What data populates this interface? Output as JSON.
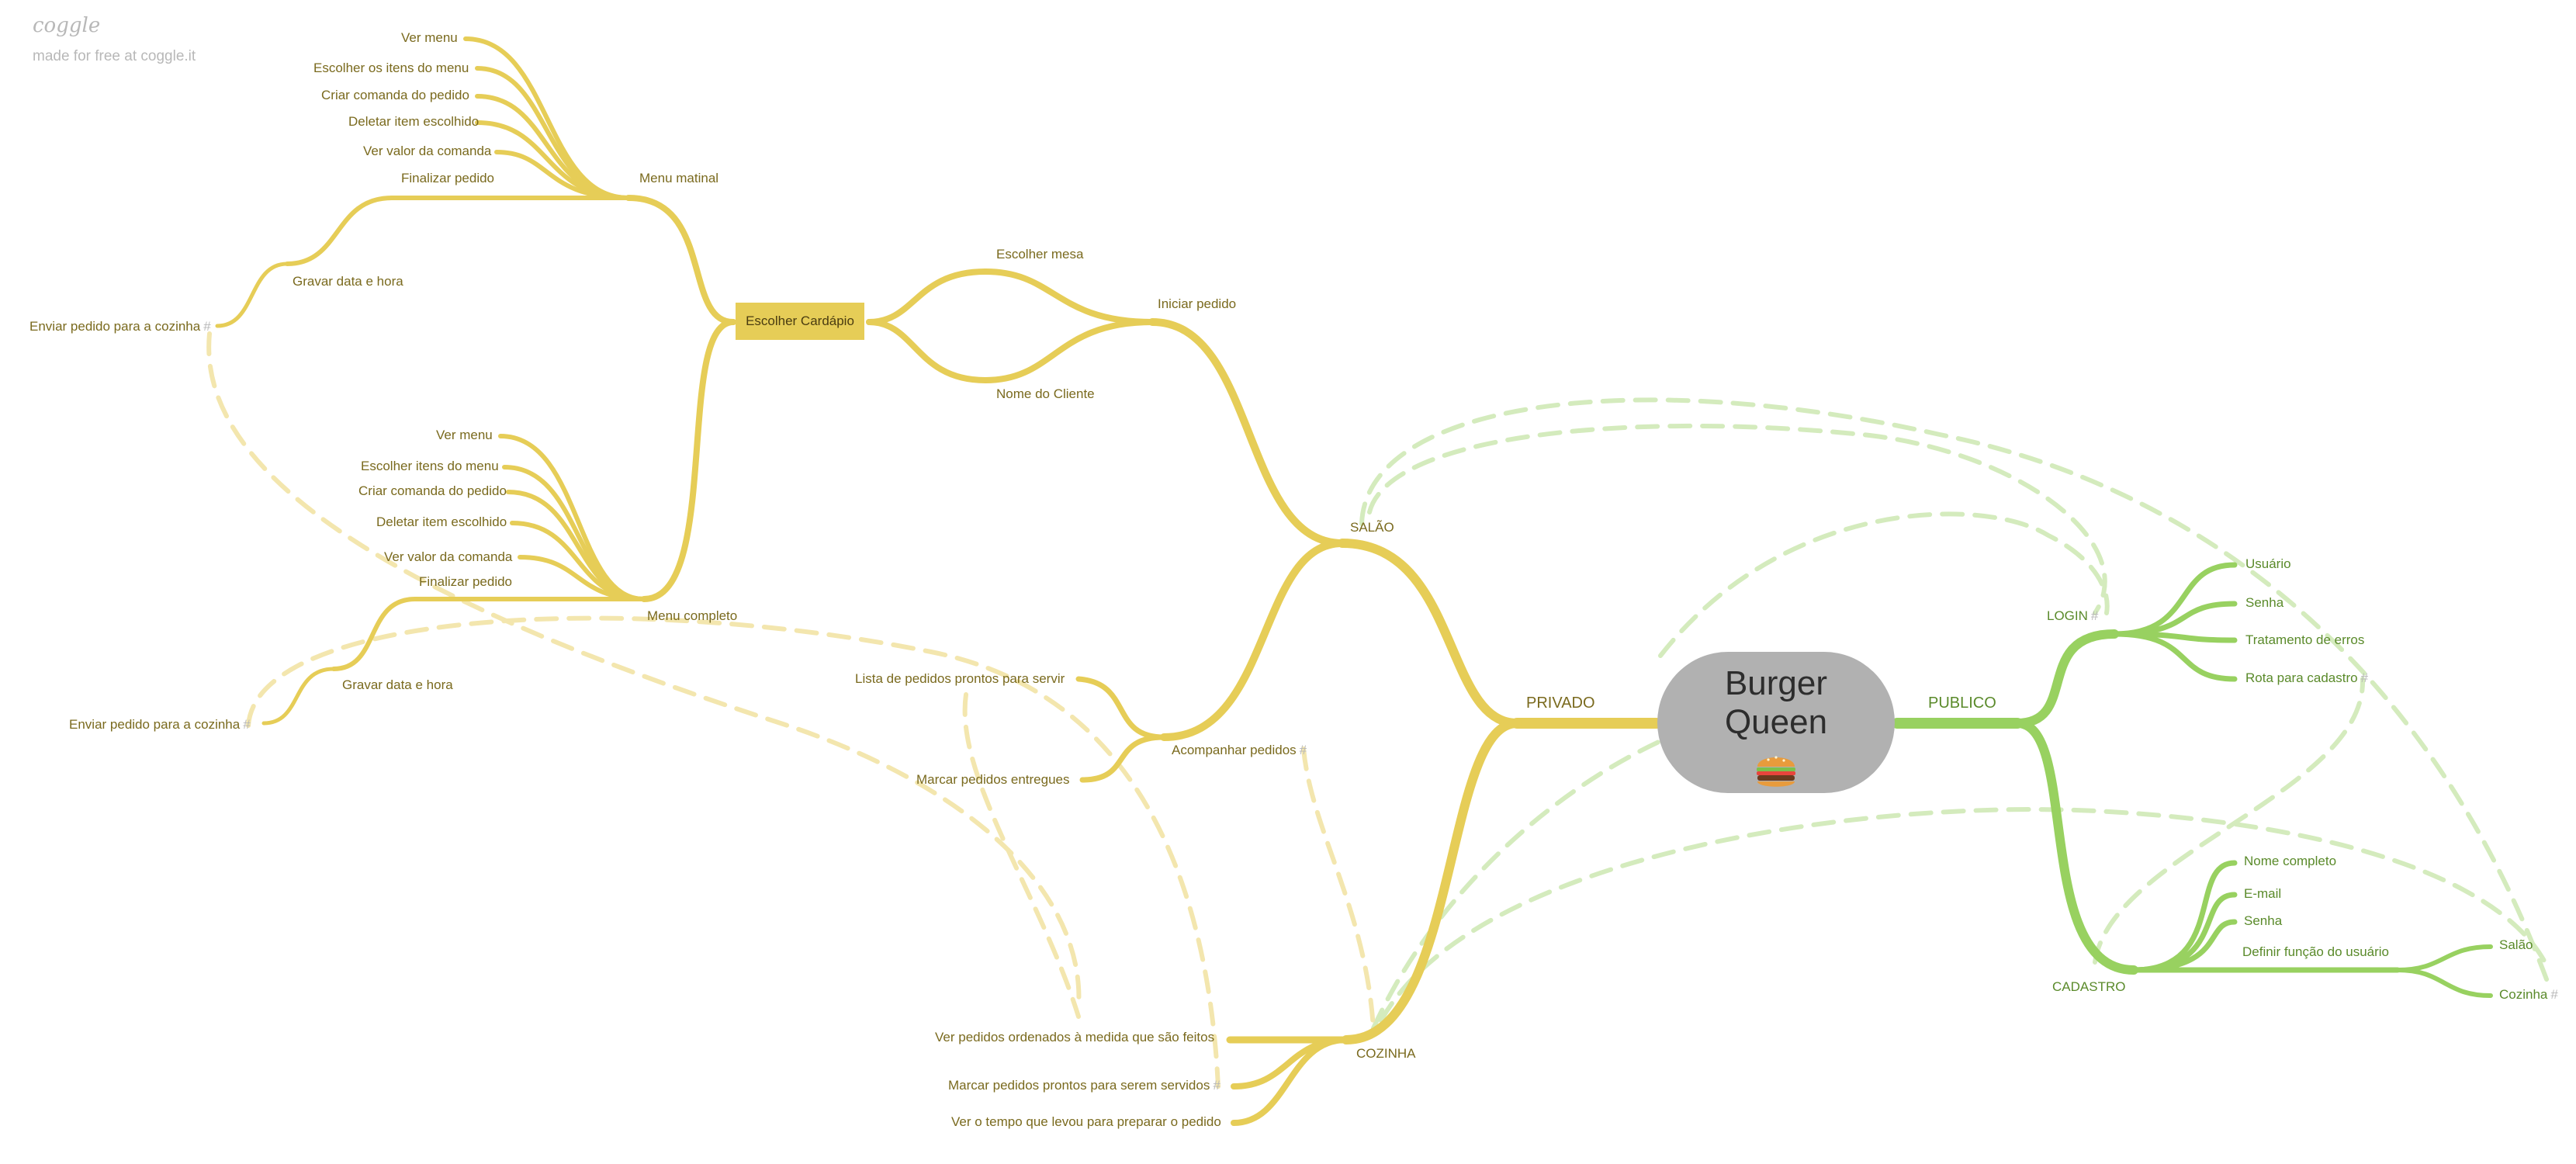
{
  "brand": {
    "logo": "coggle",
    "tagline": "made for free at coggle.it"
  },
  "colors": {
    "yellow": "#e6cd57",
    "yellow_light": "#f3e6ae",
    "green": "#98d160",
    "green_light": "#d4ebbd",
    "root": "#b1b1b1"
  },
  "root": {
    "title": "Burger Queen",
    "icon": "burger-icon"
  },
  "nodes": {
    "privado": "PRIVADO",
    "publico": "PUBLICO",
    "salao": "SALÃO",
    "cozinha": "COZINHA",
    "iniciar_pedido": "Iniciar pedido",
    "escolher_mesa": "Escolher mesa",
    "nome_cliente": "Nome do Cliente",
    "escolher_cardapio": "Escolher Cardápio",
    "menu_matinal": "Menu matinal",
    "menu_completo": "Menu completo",
    "acompanhar_pedidos": "Acompanhar pedidos",
    "lista_prontos": "Lista de pedidos prontos para servir",
    "marcar_entregues": "Marcar pedidos entregues",
    "login": "LOGIN",
    "cadastro": "CADASTRO",
    "definir_funcao": "Definir função do usuário"
  },
  "matinal_items": [
    "Ver menu",
    "Escolher os itens do menu",
    "Criar comanda do pedido",
    "Deletar item escolhido",
    "Ver valor da comanda",
    "Finalizar pedido"
  ],
  "matinal_sub": {
    "gravar": "Gravar data e hora",
    "enviar": "Enviar pedido para a cozinha"
  },
  "completo_items": [
    "Ver menu",
    "Escolher itens do menu",
    "Criar comanda do pedido",
    "Deletar item escolhido",
    "Ver valor da comanda",
    "Finalizar pedido"
  ],
  "completo_sub": {
    "gravar": "Gravar data e hora",
    "enviar": "Enviar pedido para a cozinha"
  },
  "cozinha_items": [
    "Ver pedidos ordenados à medida que são feitos",
    "Marcar pedidos prontos para serem servidos",
    "Ver o tempo que levou para preparar o pedido"
  ],
  "login_items": [
    "Usuário",
    "Senha",
    "Tratamento de erros",
    "Rota para cadastro"
  ],
  "cadastro_items": [
    "Nome completo",
    "E-mail",
    "Senha"
  ],
  "funcao_items": [
    "Salão",
    "Cozinha"
  ],
  "link_marker": "#"
}
